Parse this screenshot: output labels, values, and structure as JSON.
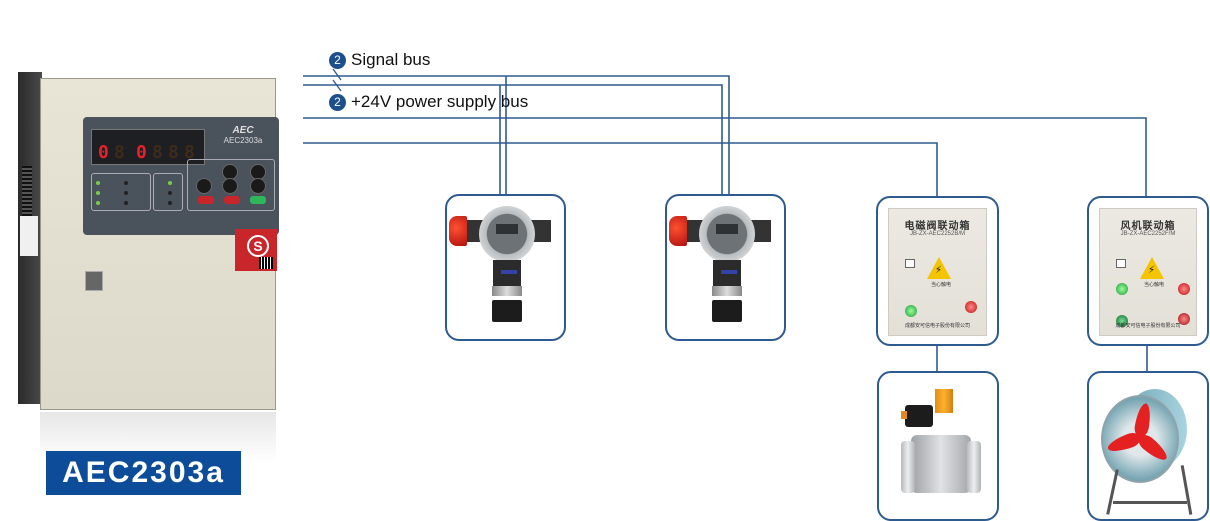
{
  "diagram": {
    "title": "AEC2303a gas alarm controller wiring diagram",
    "buses": [
      {
        "id": "signal",
        "badge": "2",
        "label": "Signal bus"
      },
      {
        "id": "power",
        "badge": "2",
        "label": "+24V power supply bus"
      }
    ],
    "controller": {
      "model_label": "AEC2303a",
      "display_digits": [
        "0",
        "8",
        "0",
        "8",
        "8",
        "8"
      ],
      "brand": "AEC",
      "panel_model": "AEC2303a",
      "cert_mark": "S"
    },
    "devices": [
      {
        "id": "detector-1",
        "type": "gas-detector",
        "connected_to": [
          "signal",
          "power"
        ]
      },
      {
        "id": "detector-2",
        "type": "gas-detector",
        "connected_to": [
          "signal",
          "power"
        ]
      },
      {
        "id": "valve-linkage-box",
        "type": "linkage-box",
        "title": "电磁阀联动箱",
        "model": "JB-ZX-AEC2252B/M",
        "footer": "成都安可信电子股份有限公司",
        "warning_text": "当心触电",
        "connected_to": [
          "wire-3"
        ]
      },
      {
        "id": "fan-linkage-box",
        "type": "linkage-box",
        "title": "风机联动箱",
        "model": "JB-ZX-AEC2252F/M",
        "footer": "成都安可信电子股份有限公司",
        "warning_text": "当心触电",
        "connected_to": [
          "wire-4"
        ]
      },
      {
        "id": "solenoid-valve",
        "type": "solenoid-valve",
        "connected_to": [
          "valve-linkage-box"
        ]
      },
      {
        "id": "exhaust-fan",
        "type": "axial-fan",
        "connected_to": [
          "fan-linkage-box"
        ]
      }
    ],
    "colors": {
      "wire": "#2e5b8f",
      "badge": "#1d4f8c",
      "model_tag": "#0d4c98",
      "led_on": "#e8202a"
    }
  }
}
